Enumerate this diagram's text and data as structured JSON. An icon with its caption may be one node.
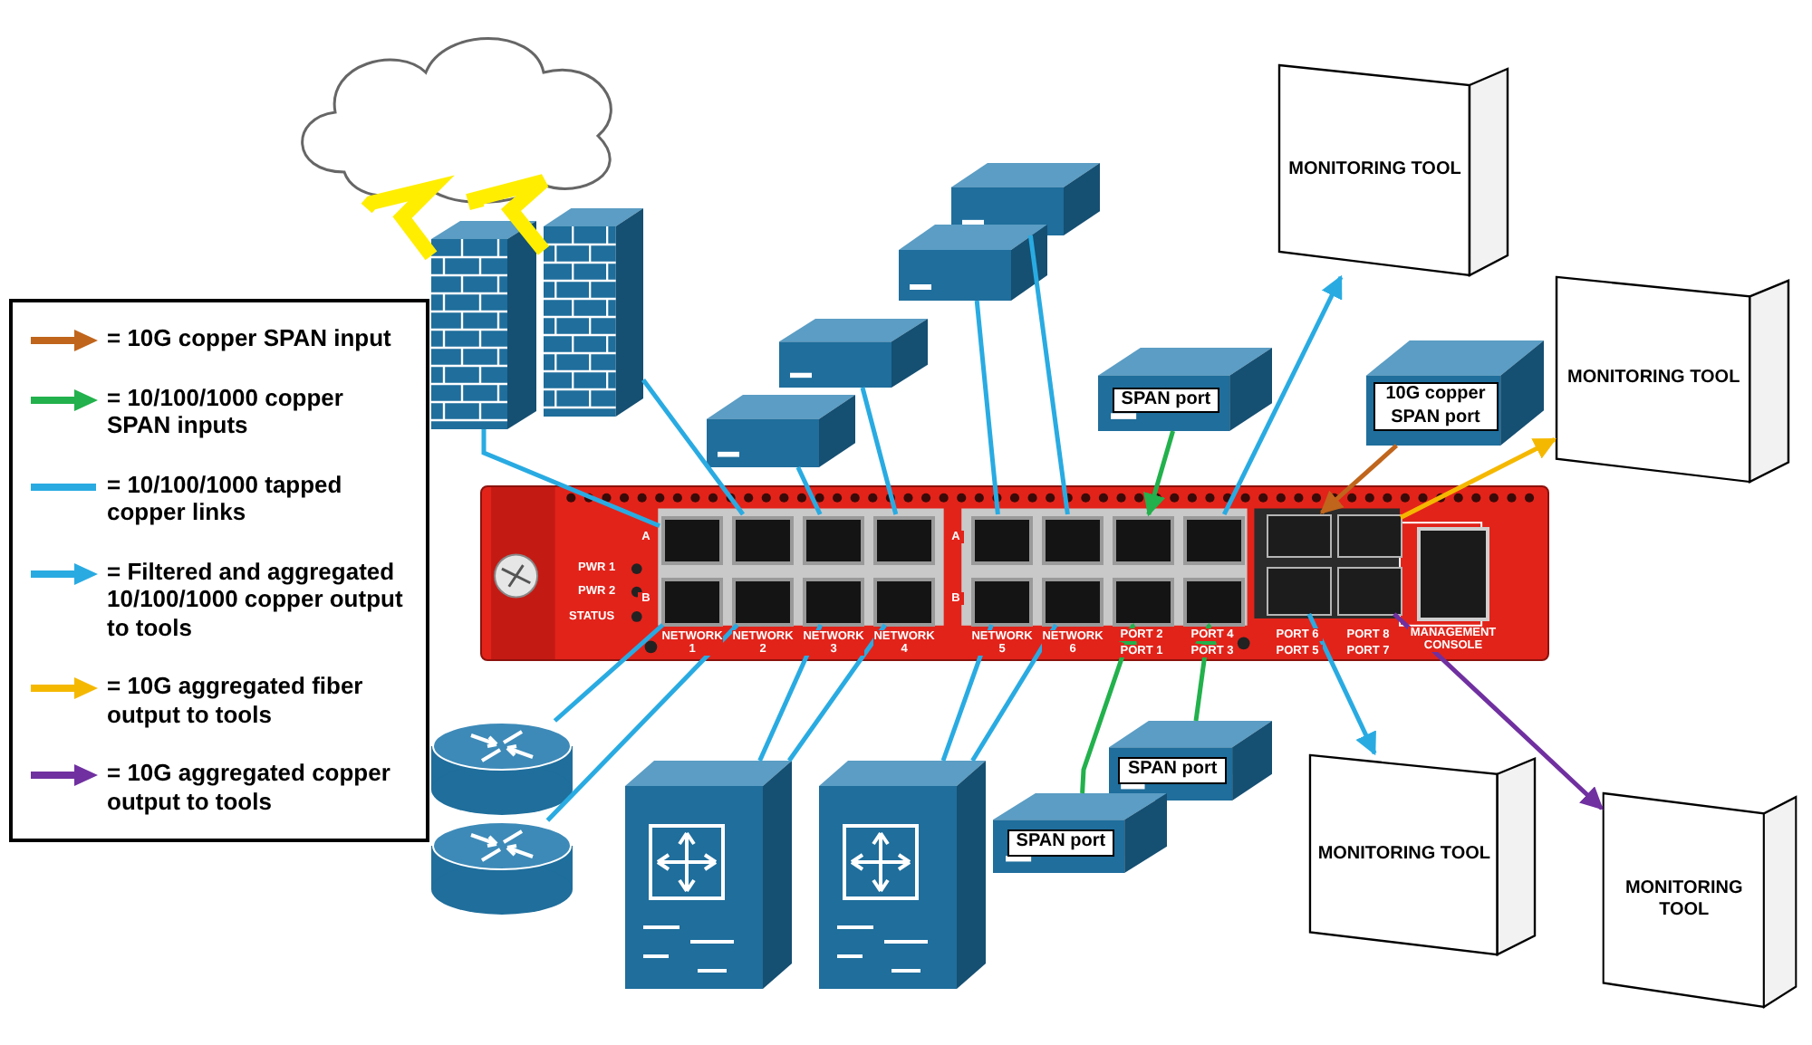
{
  "diagram": {
    "nodes": [
      {
        "text": [],
        "shape": "cloud"
      },
      {
        "text": [],
        "shape": "picture"
      },
      {
        "text": [],
        "shape": "picture"
      },
      {
        "text": [],
        "shape": "picture"
      },
      {
        "text": [],
        "shape": "picture"
      },
      {
        "text": [],
        "shape": "picture"
      },
      {
        "text": [],
        "shape": "picture"
      },
      {
        "text": [
          "SPAN port"
        ]
      },
      {
        "text": [
          "10G copper SPAN port"
        ]
      },
      {
        "text": [
          "MONITORING TOOL"
        ]
      },
      {
        "text": [
          "MONITORING TOOL"
        ]
      },
      {
        "text": [
          "MONITORING TOOL"
        ]
      },
      {
        "text": [
          "MONITORING TOOL"
        ]
      },
      {
        "text": [],
        "shape": "cylinder"
      },
      {
        "text": [],
        "shape": "cylinder"
      },
      {
        "text": [],
        "shape": "picture"
      },
      {
        "text": [],
        "shape": "picture"
      },
      {
        "text": [
          "SPAN port"
        ]
      },
      {
        "text": [
          "SPAN port"
        ]
      },
      {
        "text": [],
        "shape": "picture"
      },
      {
        "text": [],
        "shape": "box",
        "in": 19
      },
      {
        "text": [],
        "shape": "box",
        "in": 19
      },
      {
        "text": [],
        "shape": "box",
        "in": 19
      },
      {
        "text": [],
        "shape": "box",
        "in": 19
      },
      {
        "text": [],
        "shape": "box",
        "in": 19
      },
      {
        "text": [],
        "shape": "box",
        "in": 19
      },
      {
        "text": [],
        "shape": "box",
        "in": 19
      },
      {
        "text": [],
        "shape": "box",
        "in": 19
      },
      {
        "text": [],
        "shape": "box",
        "in": 19
      },
      {
        "text": [],
        "shape": "box",
        "in": 19
      },
      {
        "text": [],
        "shape": "box",
        "in": 19
      },
      {
        "text": [],
        "shape": "box",
        "in": 19
      },
      {
        "text": [],
        "shape": "box",
        "in": 19
      },
      {
        "text": [],
        "shape": "box",
        "in": 19
      },
      {
        "text": [],
        "shape": "box",
        "in": 19
      },
      {
        "text": [],
        "shape": "box",
        "in": 19
      },
      {
        "text": [],
        "shape": "box",
        "in": 19
      },
      {
        "text": [],
        "shape": "box",
        "in": 19
      },
      {
        "text": [],
        "shape": "box",
        "in": 19
      },
      {
        "text": [],
        "shape": "box",
        "in": 19
      },
      {
        "text": [],
        "shape": "box",
        "in": 19
      }
    ],
    "edges": [
      {
        "from": 0,
        "to": 1,
        "arrow": "none",
        "style": "thick",
        "color": "#ffee00"
      },
      {
        "from": 0,
        "to": 2,
        "arrow": "none",
        "style": "thick",
        "color": "#ffee00"
      },
      {
        "from": 1,
        "to": 20,
        "arrow": "none"
      },
      {
        "from": 2,
        "to": 21,
        "arrow": "none"
      },
      {
        "from": 6,
        "to": 22,
        "arrow": "none"
      },
      {
        "from": 5,
        "to": 23,
        "arrow": "none"
      },
      {
        "from": 4,
        "to": 28,
        "arrow": "none"
      },
      {
        "from": 3,
        "to": 29,
        "arrow": "none"
      },
      {
        "from": 7,
        "to": 30,
        "arrow": "to",
        "color": "#22b14c"
      },
      {
        "from": 31,
        "to": 9,
        "arrow": "to"
      },
      {
        "from": 8,
        "to": 36,
        "arrow": "to",
        "color": "#c0651c"
      },
      {
        "from": 37,
        "to": 10,
        "arrow": "to",
        "color": "#f5b800"
      },
      {
        "from": 38,
        "to": 11,
        "arrow": "to"
      },
      {
        "from": 39,
        "to": 12,
        "arrow": "to",
        "color": "#7030a0"
      },
      {
        "from": 13,
        "to": 24,
        "arrow": "none"
      },
      {
        "from": 14,
        "to": 25,
        "arrow": "none"
      },
      {
        "from": 15,
        "to": 26,
        "arrow": "none"
      },
      {
        "from": 15,
        "to": 27,
        "arrow": "none"
      },
      {
        "from": 16,
        "to": 32,
        "arrow": "none"
      },
      {
        "from": 16,
        "to": 33,
        "arrow": "none"
      },
      {
        "from": 18,
        "to": 34,
        "arrow": "to",
        "color": "#22b14c"
      },
      {
        "from": 17,
        "to": 35,
        "arrow": "to",
        "color": "#22b14c"
      }
    ],
    "labels": [
      "PWR 1",
      "PWR 2",
      "STATUS",
      "A",
      "B",
      "NETWORK 1",
      "NETWORK 2",
      "NETWORK 3",
      "NETWORK 4",
      "A",
      "B",
      "NETWORK 5",
      "NETWORK 6",
      "PORT 2",
      "PORT 1",
      "PORT 4",
      "PORT 3",
      "PORT 6",
      "PORT 5",
      "PORT 8",
      "PORT 7",
      "MANAGEMENT CONSOLE"
    ],
    "legend": [
      {
        "text": "= 10G copper SPAN input"
      },
      {
        "text": "= 10/100/1000 copper SPAN inputs"
      },
      {
        "text": "= 10/100/1000 tapped copper links"
      },
      {
        "text": "= Filtered and aggregated 10/100/1000 copper output to tools"
      },
      {
        "text": "= 10G aggregated fiber output to tools"
      },
      {
        "text": "= 10G aggregated copper output to tools"
      }
    ]
  }
}
